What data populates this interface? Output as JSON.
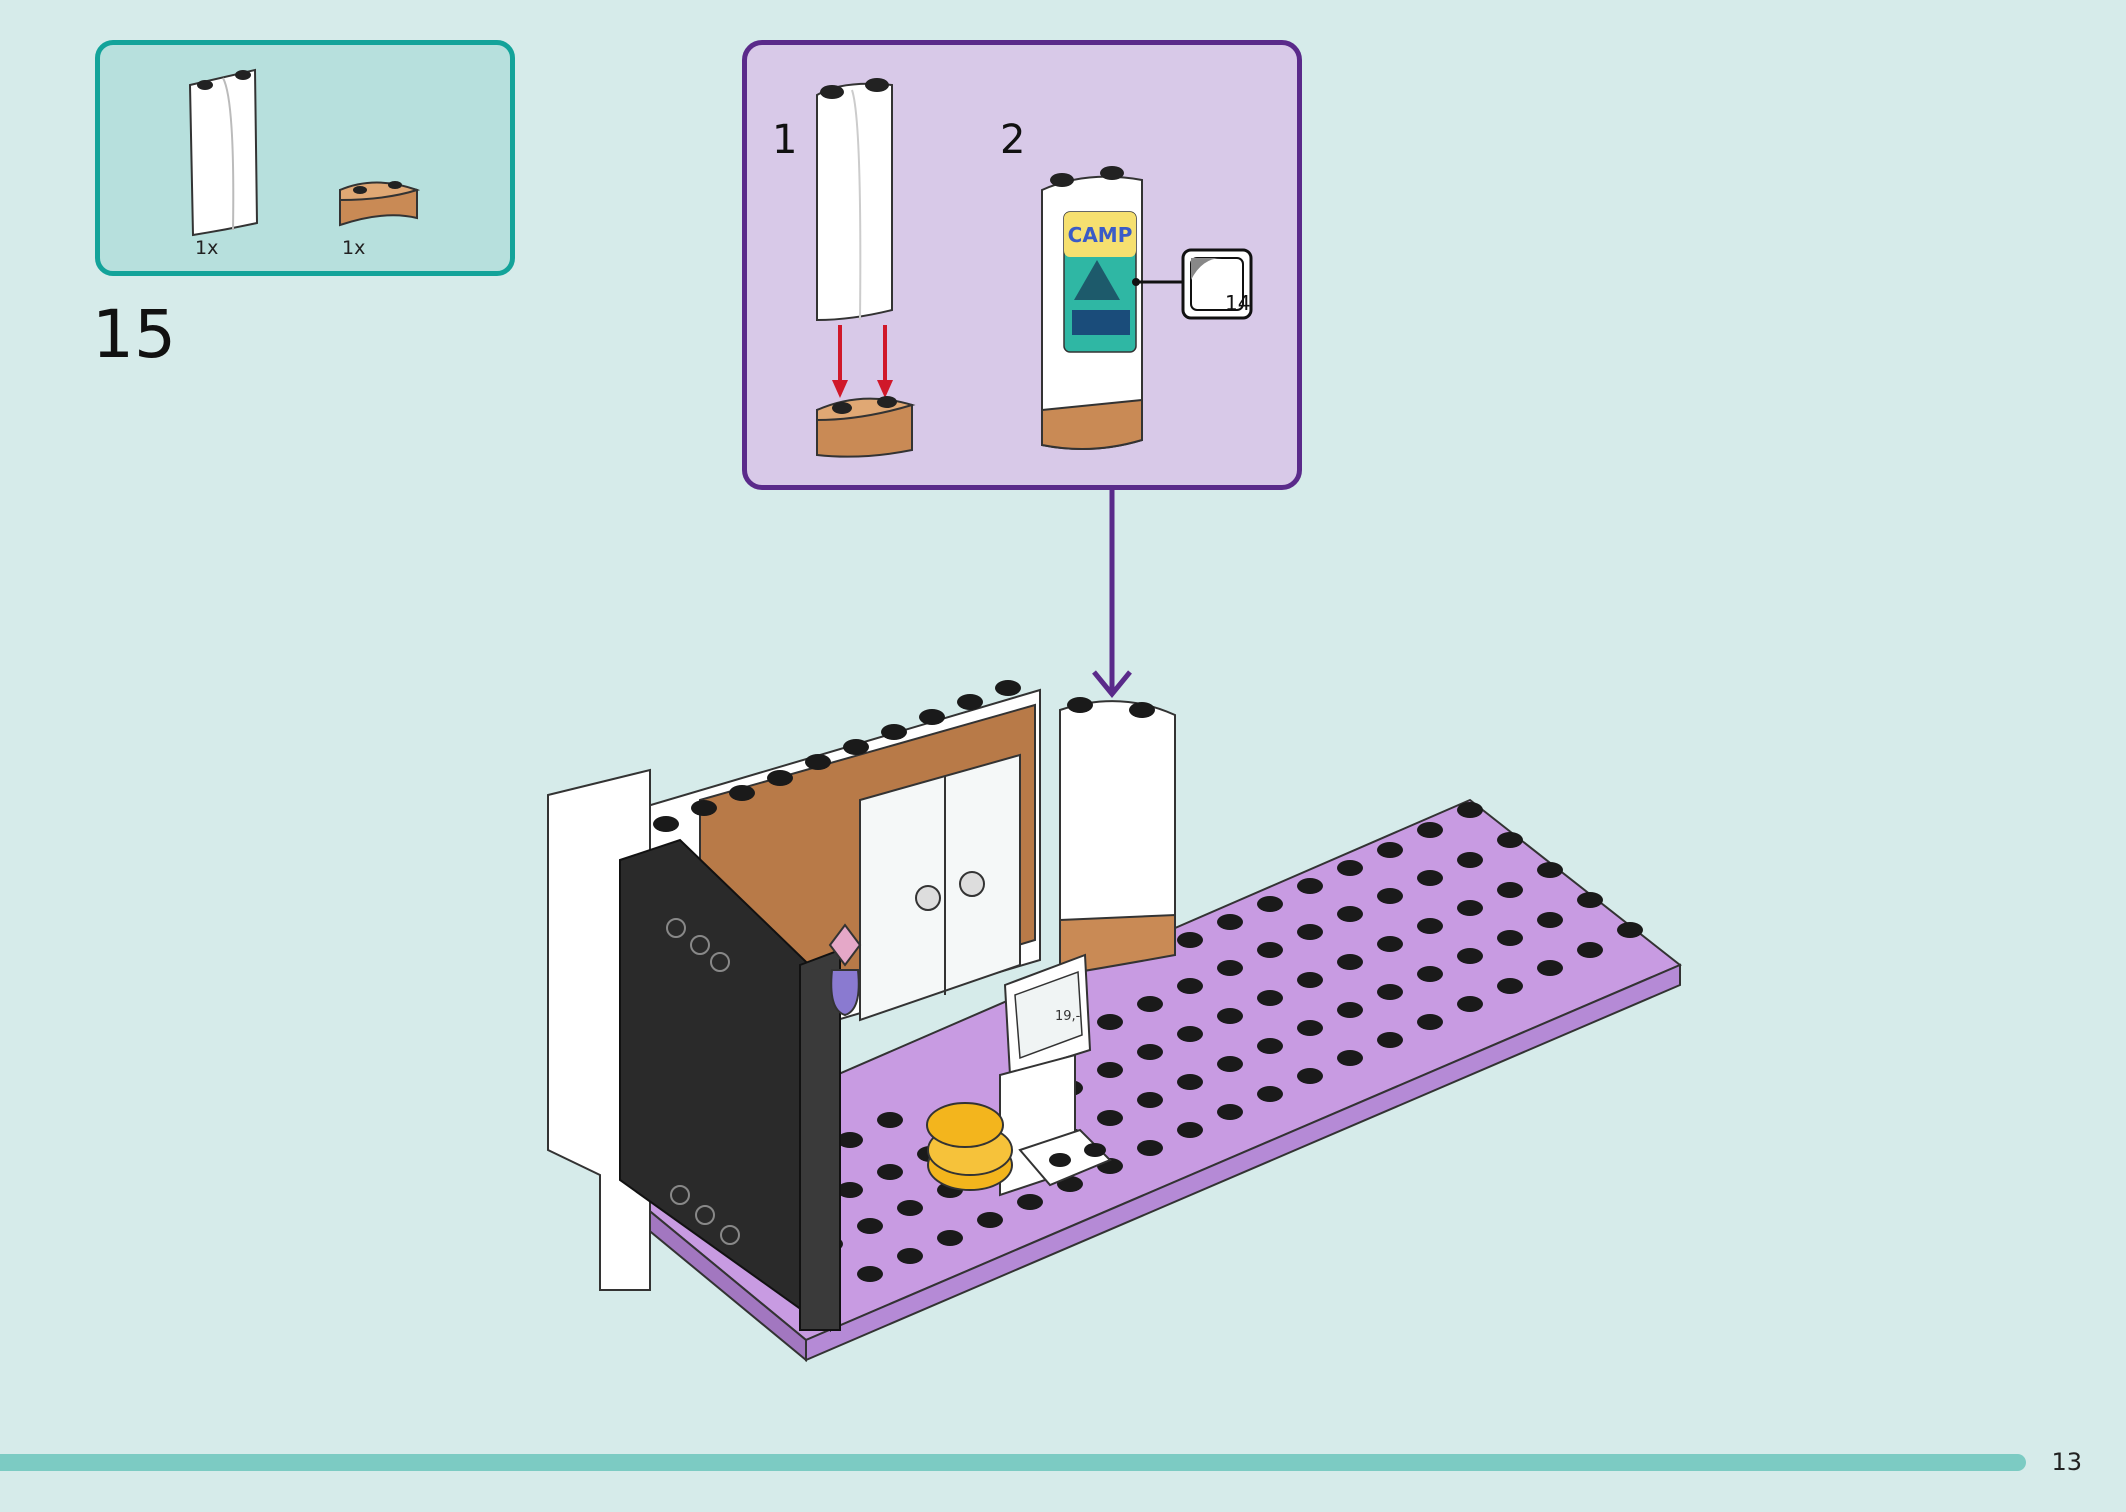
{
  "parts_list": {
    "items": [
      {
        "name": "white-curved-panel",
        "qty": "1x"
      },
      {
        "name": "tan-curved-brick",
        "qty": "1x"
      }
    ]
  },
  "step": {
    "number": "15"
  },
  "sub_steps": {
    "step1": "1",
    "step2": "2",
    "sticker_number": "14",
    "poster_text": "CAMP"
  },
  "price_tag": "19,-",
  "page_number": "13",
  "colors": {
    "background": "#d6ebea",
    "parts_box_border": "#13a39a",
    "parts_box_fill": "#b7e0dd",
    "sub_box_border": "#5a2a8a",
    "sub_box_fill": "#d8c9e8",
    "arrow_red": "#d0182a",
    "baseplate_lilac": "#b58ad6",
    "progress_bar": "#7ccbc3"
  }
}
